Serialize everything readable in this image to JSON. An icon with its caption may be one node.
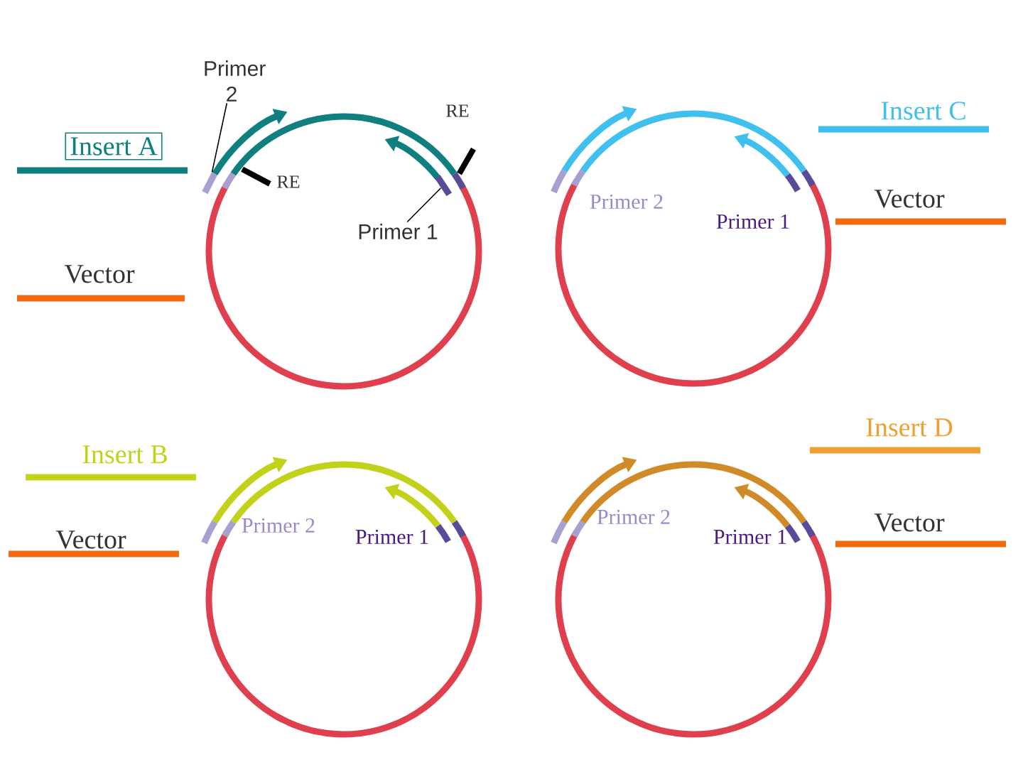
{
  "diagram": {
    "nodes": [
      {
        "text": [
          "Insert A"
        ]
      },
      {
        "text": [
          "Primer 2"
        ]
      },
      {
        "text": [
          "Primer 1"
        ]
      },
      {
        "text": [],
        "shape": "bar"
      },
      {
        "text": [],
        "shape": "bar"
      }
    ],
    "edges": [
      {
        "from": 1,
        "to": 3,
        "arrow": "none"
      },
      {
        "from": 2,
        "to": 4,
        "arrow": "none"
      }
    ],
    "labels": [
      "RE",
      "Insert C",
      "RE",
      "Primer 2",
      "Primer 1",
      "Vector",
      "Vector",
      "Insert D",
      "Insert B",
      "Vector",
      "Primer 2",
      "Primer 1",
      "Primer 2",
      "Primer 1",
      "Vector"
    ]
  }
}
